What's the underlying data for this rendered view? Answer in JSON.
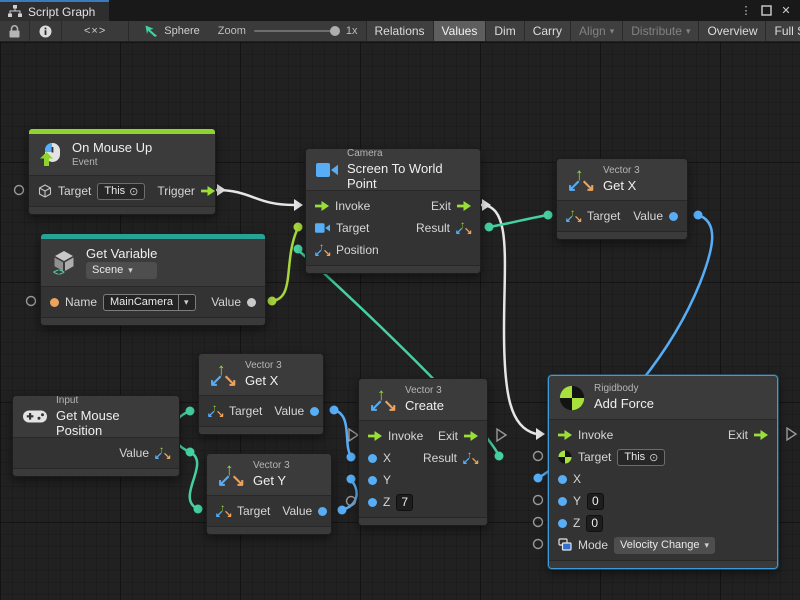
{
  "window": {
    "tab_title": "Script Graph",
    "menu_glyph": "⋮",
    "close_glyph": "✕"
  },
  "toolbar": {
    "code_toggle_label": "<×>",
    "graph_name": "Sphere",
    "zoom_label": "Zoom",
    "zoom_value": "1x",
    "buttons": [
      {
        "id": "relations",
        "label": "Relations",
        "state": "normal"
      },
      {
        "id": "values",
        "label": "Values",
        "state": "active"
      },
      {
        "id": "dim",
        "label": "Dim",
        "state": "normal"
      },
      {
        "id": "carry",
        "label": "Carry",
        "state": "normal"
      },
      {
        "id": "align",
        "label": "Align",
        "state": "disabled",
        "dropdown": true
      },
      {
        "id": "distribute",
        "label": "Distribute",
        "state": "disabled",
        "dropdown": true
      },
      {
        "id": "overview",
        "label": "Overview",
        "state": "normal"
      },
      {
        "id": "fullscreen",
        "label": "Full Screen",
        "state": "normal"
      }
    ]
  },
  "nodes": {
    "on_mouse_up": {
      "title": "On Mouse Up",
      "subtitle": "Event",
      "target_label": "Target",
      "target_value": "This",
      "trigger_label": "Trigger"
    },
    "get_variable": {
      "title": "Get Variable",
      "scope": "Scene",
      "name_label": "Name",
      "name_value": "MainCamera",
      "value_label": "Value"
    },
    "screen_to_world_point": {
      "category": "Camera",
      "title": "Screen To World Point",
      "invoke": "Invoke",
      "exit": "Exit",
      "target": "Target",
      "result": "Result",
      "position": "Position"
    },
    "get_x_top": {
      "category": "Vector 3",
      "title": "Get X",
      "target": "Target",
      "value": "Value"
    },
    "get_mouse_position": {
      "category": "Input",
      "title": "Get Mouse Position",
      "value": "Value"
    },
    "get_x_mid": {
      "category": "Vector 3",
      "title": "Get X",
      "target": "Target",
      "value": "Value"
    },
    "get_y": {
      "category": "Vector 3",
      "title": "Get Y",
      "target": "Target",
      "value": "Value"
    },
    "create": {
      "category": "Vector 3",
      "title": "Create",
      "invoke": "Invoke",
      "exit": "Exit",
      "x": "X",
      "result": "Result",
      "y": "Y",
      "z": "Z",
      "z_value": "7"
    },
    "add_force": {
      "category": "Rigidbody",
      "title": "Add Force",
      "invoke": "Invoke",
      "exit": "Exit",
      "target": "Target",
      "target_value": "This",
      "x": "X",
      "y": "Y",
      "y_value": "0",
      "z": "Z",
      "z_value": "0",
      "mode_label": "Mode",
      "mode_value": "Velocity Change"
    }
  },
  "connections": [
    {
      "from": "On Mouse Up.Trigger",
      "to": "Screen To World Point.Invoke",
      "kind": "flow"
    },
    {
      "from": "Screen To World Point.Exit",
      "to": "Add Force.Invoke",
      "kind": "flow"
    },
    {
      "from": "Get Variable.Value",
      "to": "Screen To World Point.Target",
      "kind": "object"
    },
    {
      "from": "Create.Result",
      "to": "Screen To World Point.Position",
      "kind": "vector3"
    },
    {
      "from": "Screen To World Point.Result",
      "to": "Get X(top).Target",
      "kind": "vector3"
    },
    {
      "from": "Get X(top).Value",
      "to": "Add Force.X",
      "kind": "float"
    },
    {
      "from": "Get Mouse Position.Value",
      "to": "Get X(mid).Target",
      "kind": "vector3"
    },
    {
      "from": "Get Mouse Position.Value",
      "to": "Get Y.Target",
      "kind": "vector3"
    },
    {
      "from": "Get X(mid).Value",
      "to": "Create.X",
      "kind": "float"
    },
    {
      "from": "Get Y.Value",
      "to": "Create.Y",
      "kind": "float"
    }
  ],
  "colors": {
    "flow_green": "#9ade3a",
    "vector_teal": "#45d0a2",
    "float_blue": "#57aef7",
    "name_orange": "#eda35e",
    "event_bar": "#8fd32f",
    "variable_bar": "#27a295",
    "selection_blue": "#3e9bd8",
    "wire_white": "#e6e6e6",
    "wire_green": "#a6d63d"
  }
}
